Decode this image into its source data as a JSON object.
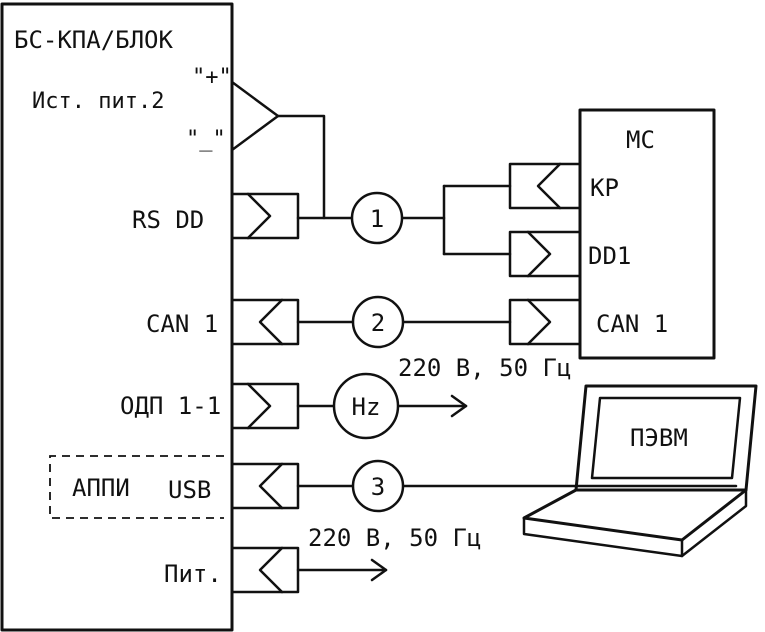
{
  "main_block": {
    "title": "БС-КПА/БЛОК",
    "power_source": {
      "label": "Ист. пит.2",
      "plus": "\"+\"",
      "minus": "\"_\""
    },
    "ports": {
      "rs_dd": "RS DD",
      "can1": "CAN 1",
      "odp": "ОДП 1-1",
      "usb": "USB",
      "power": "Пит."
    },
    "appi": "АППИ"
  },
  "mc_block": {
    "title": "МС",
    "ports": {
      "kp": "КР",
      "dd1": "DD1",
      "can1": "CAN 1"
    }
  },
  "nodes": {
    "n1": "1",
    "n2": "2",
    "n3": "3",
    "hz": "Hz"
  },
  "mains_label": "220 В, 50 Гц",
  "computer": {
    "label": "ПЭВМ"
  }
}
